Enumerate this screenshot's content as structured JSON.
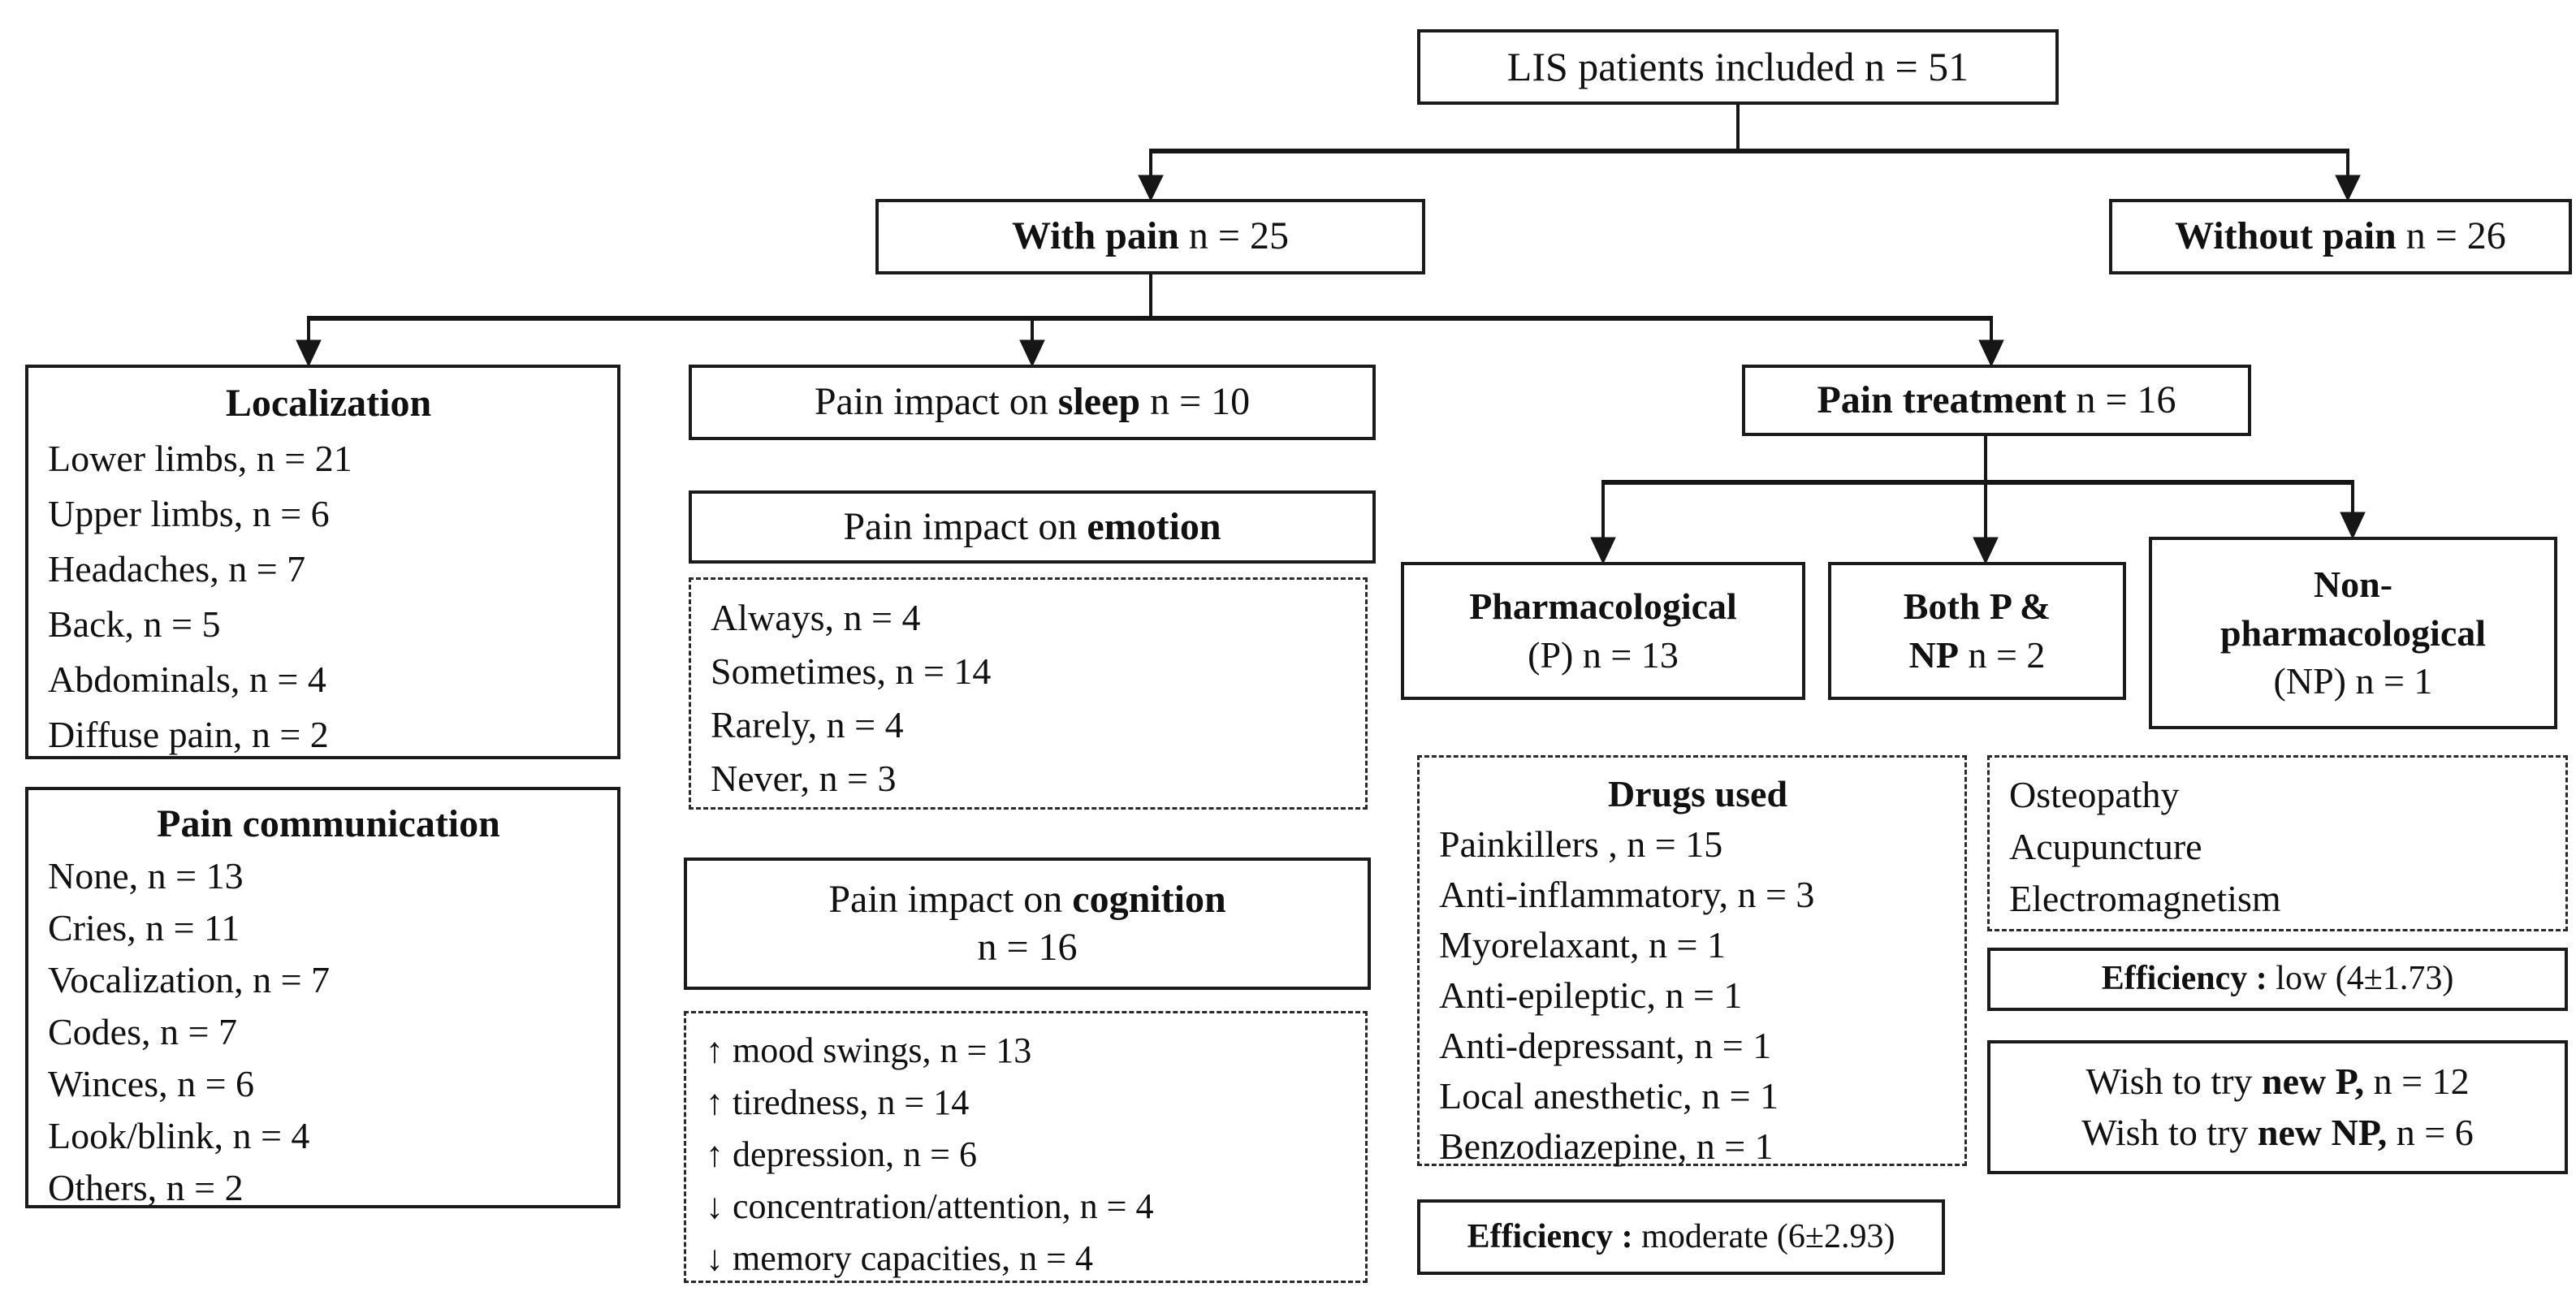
{
  "figure": {
    "root": {
      "text": "LIS patients included n = 51"
    },
    "with_pain": {
      "bold": "With pain",
      "rest": " n = 25"
    },
    "without_pain": {
      "bold": "Without pain",
      "rest": " n = 26"
    },
    "localization": {
      "title": "Localization",
      "items": [
        "Lower limbs, n = 21",
        "Upper limbs, n = 6",
        "Headaches, n = 7",
        "Back, n = 5",
        "Abdominals, n = 4",
        "Diffuse pain, n = 2"
      ]
    },
    "pain_communication": {
      "title": "Pain communication",
      "items": [
        "None, n = 13",
        "Cries, n = 11",
        "Vocalization, n = 7",
        "Codes, n = 7",
        "Winces, n = 6",
        "Look/blink, n = 4",
        "Others, n = 2"
      ]
    },
    "sleep": {
      "prefix": "Pain impact on ",
      "bold": "sleep",
      "rest": " n = 10"
    },
    "emotion": {
      "prefix": "Pain impact on ",
      "bold": "emotion"
    },
    "emotion_frequency": {
      "items": [
        "Always, n = 4",
        "Sometimes, n = 14",
        "Rarely, n = 4",
        "Never, n = 3"
      ]
    },
    "cognition": {
      "prefix": "Pain impact on ",
      "bold": "cognition",
      "line2": "n = 16"
    },
    "cognition_effects": {
      "items": [
        "↑ mood swings, n = 13",
        "↑ tiredness, n = 14",
        "↑ depression, n = 6",
        "↓ concentration/attention, n = 4",
        "↓ memory capacities, n = 4"
      ]
    },
    "treatment": {
      "bold": "Pain treatment",
      "rest": " n = 16"
    },
    "pharmacological": {
      "bold_line1": "Pharmacological",
      "rest": "(P) n = 13"
    },
    "both": {
      "bold_line1": "Both P &",
      "bold2": "NP",
      "rest": " n = 2"
    },
    "non_pharmacological": {
      "bold_line1": "Non-",
      "bold_line2": "pharmacological",
      "rest": "(NP) n = 1"
    },
    "drugs": {
      "title": "Drugs used",
      "items": [
        "Painkillers , n = 15",
        "Anti-inflammatory, n = 3",
        "Myorelaxant, n = 1",
        "Anti-epileptic, n = 1",
        "Anti-depressant, n = 1",
        "Local anesthetic, n = 1",
        "Benzodiazepine, n = 1"
      ]
    },
    "np_methods": {
      "items": [
        "Osteopathy",
        "Acupuncture",
        "Electromagnetism"
      ]
    },
    "efficiency_low": {
      "bold": "Efficiency :",
      "rest": " low (4±1.73)"
    },
    "wish": {
      "line1": {
        "prefix": "Wish to try ",
        "bold": "new P,",
        "rest": " n = 12"
      },
      "line2": {
        "prefix": "Wish to try ",
        "bold": "new NP,",
        "rest": " n = 6"
      }
    },
    "efficiency_moderate": {
      "bold": "Efficiency :",
      "rest": " moderate (6±2.93)"
    }
  },
  "colors": {
    "ink": "#111111",
    "background": "#ffffff"
  }
}
